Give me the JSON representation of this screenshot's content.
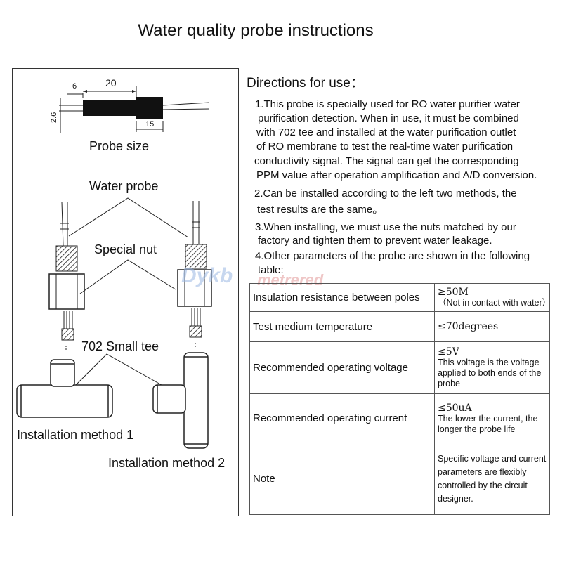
{
  "title": "Water quality probe instructions",
  "diagram": {
    "dim_20": "20",
    "dim_6": "6",
    "dim_15": "15",
    "dim_26": "2.6",
    "probe_size": "Probe size",
    "water_probe": "Water probe",
    "special_nut": "Special nut",
    "small_tee": "702 Small tee",
    "method1": "Installation method 1",
    "method2": "Installation method 2"
  },
  "directions": {
    "heading": "Directions for use：",
    "lines": [
      "1.This probe is specially used for RO water purifier water",
      "purification detection. When in use, it must be combined",
      "with 702 tee and installed at the water purification outlet",
      "of RO membrane to test the real-time water purification",
      "conductivity signal. The signal can get the corresponding",
      "PPM value after operation amplification and A/D conversion.",
      "2.Can be installed according to the left two methods, the",
      "test results are the same。",
      "3.When installing, we must use the nuts matched by our",
      "factory and tighten them to prevent water leakage.",
      "4.Other parameters of the probe are shown in the following",
      "table:"
    ]
  },
  "table": {
    "rows": [
      {
        "param": "Insulation resistance between poles",
        "value_main": "≥50M",
        "value_note": "（Not in contact with water）"
      },
      {
        "param": "Test medium temperature",
        "value_main": "≤70degrees",
        "value_note": ""
      },
      {
        "param": "Recommended operating voltage",
        "value_main": "≤5V",
        "value_note": "This voltage is the voltage applied to both ends of the probe"
      },
      {
        "param": "Recommended operating current",
        "value_main": "≤50uA",
        "value_note": "The lower the current, the longer the probe life"
      },
      {
        "param": "Note",
        "value_main": "",
        "value_note": "Specific voltage and current parameters  are flexibly controlled by the circuit designer."
      }
    ]
  },
  "watermark": {
    "part1": "Dykb",
    "part2": "metrered"
  }
}
